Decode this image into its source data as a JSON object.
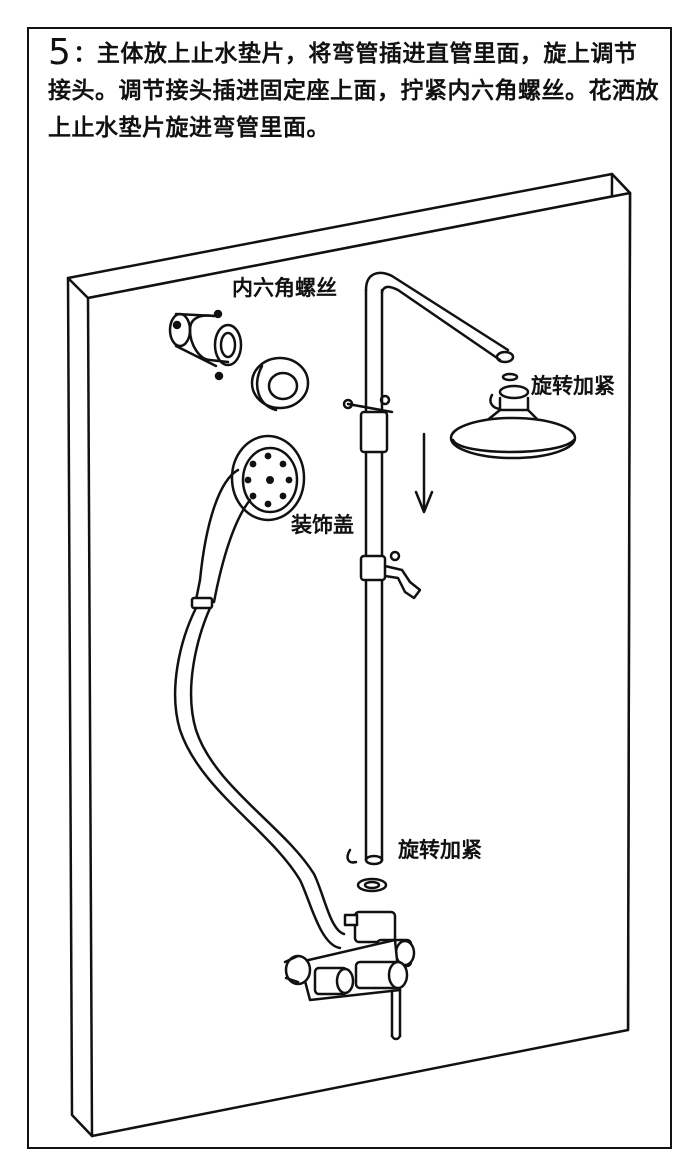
{
  "instruction": {
    "step": "5",
    "text": "：主体放上止水垫片，将弯管插进直管里面，旋上调节接头。调节接头插进固定座上面，拧紧内六角螺丝。花洒放上止水垫片旋进弯管里面。"
  },
  "labels": {
    "hex_screw": "内六角螺丝",
    "rotate_tighten_top": "旋转加紧",
    "decorative_cover": "装饰盖",
    "rotate_tighten_bottom": "旋转加紧"
  }
}
